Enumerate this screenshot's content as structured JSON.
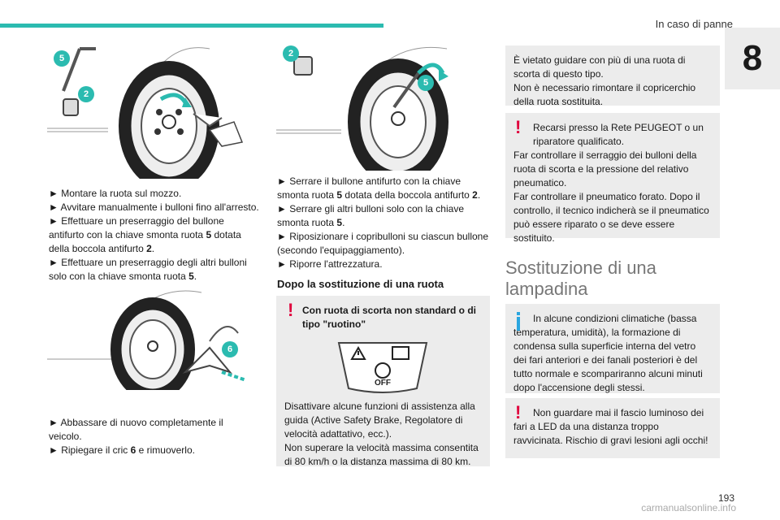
{
  "header": {
    "section": "In caso di panne",
    "chapter": "8"
  },
  "page_number": "193",
  "watermark": "carmanualsonline.info",
  "col1": {
    "badge_a": "5",
    "badge_b": "2",
    "badge_c": "6",
    "steps1": [
      "► Montare la ruota sul mozzo.",
      "► Avvitare manualmente i bulloni fino all'arresto.",
      "► Effettuare un preserraggio del bullone antifurto con la chiave smonta ruota ",
      "5",
      " dotata della boccola antifurto ",
      "2",
      ".",
      "► Effettuare un preserraggio degli altri bulloni solo con la chiave smonta ruota ",
      "5",
      "."
    ],
    "steps2": [
      "► Abbassare di nuovo completamente il veicolo.",
      "► Ripiegare il cric ",
      "6",
      " e rimuoverlo."
    ]
  },
  "col2": {
    "badge_a": "2",
    "badge_b": "5",
    "steps": [
      "► Serrare il bullone antifurto con la chiave smonta ruota ",
      "5",
      " dotata della boccola antifurto ",
      "2",
      ".",
      "► Serrare gli altri bulloni solo con la chiave smonta ruota ",
      "5",
      ".",
      "► Riposizionare i copribulloni su ciascun bullone (secondo l'equipaggiamento).",
      "► Riporre l'attrezzatura."
    ],
    "heading": "Dopo la sostituzione di una ruota",
    "warn_title": "Con ruota di scorta non standard o di tipo \"ruotino\"",
    "off_label": "OFF",
    "warn_text1": "Disattivare alcune funzioni di assistenza alla guida (Active Safety Brake, Regolatore di velocità adattativo, ecc.).",
    "warn_text2": "Non superare la velocità massima consentita di 80 km/h o la distanza massima di 80 km."
  },
  "col3": {
    "box1": "È vietato guidare con più di una ruota di scorta di questo tipo.",
    "box1b": "Non è necessario rimontare il copricerchio della ruota sostituita.",
    "warn1a": "Recarsi presso la Rete PEUGEOT o un riparatore qualificato.",
    "warn1b": "Far controllare il serraggio dei bulloni della ruota di scorta e la pressione del relativo pneumatico.",
    "warn1c": "Far controllare il pneumatico forato. Dopo il controllo, il tecnico indicherà se il pneumatico può essere riparato o se deve essere sostituito.",
    "heading": "Sostituzione di una lampadina",
    "info": "In alcune condizioni climatiche (bassa temperatura, umidità), la formazione di condensa sulla superficie interna del vetro dei fari anteriori e dei fanali posteriori è del tutto normale e scompariranno alcuni minuti dopo l'accensione degli stessi.",
    "warn2": "Non guardare mai il fascio luminoso dei fari a LED da una distanza troppo ravvicinata. Rischio di gravi lesioni agli occhi!"
  },
  "colors": {
    "accent": "#2bbbb0",
    "warning": "#e0003c",
    "info": "#2aa6e0",
    "box": "#ececec"
  }
}
